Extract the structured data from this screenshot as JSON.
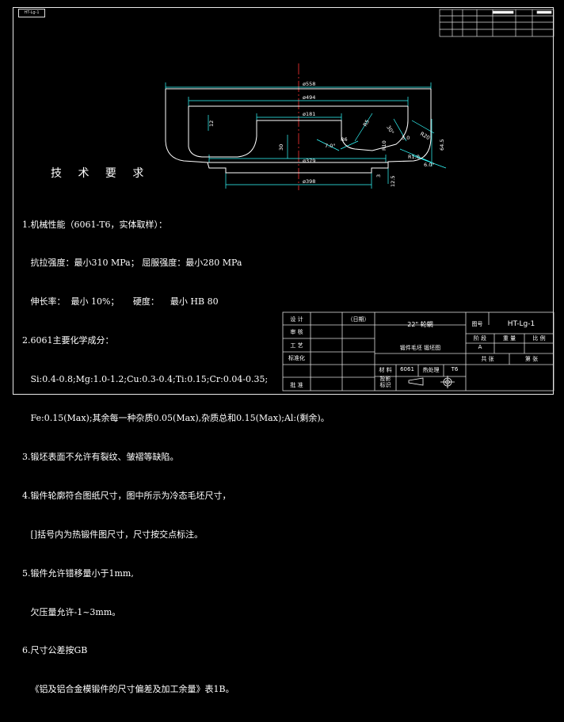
{
  "sheet_tag": "HT-Lg-1",
  "notes": {
    "heading": "技 术 要 求",
    "lines": [
      "1.机械性能（6061-T6，实体取样）：",
      "   抗拉强度：最小310 MPa； 屈服强度：最小280 MPa",
      "   伸长率：  最小 10%；     硬度：    最小 HB 80",
      "2.6061主要化学成分：",
      "   Si:0.4-0.8;Mg:1.0-1.2;Cu:0.3-0.4;Ti:0.15;Cr:0.04-0.35;",
      "   Fe:0.15(Max);其余每一种杂质0.05(Max),杂质总和0.15(Max);Al:(剩余)。",
      "3.锻坯表面不允许有裂纹、皱褶等缺陷。",
      "4.锻件轮廓符合图纸尺寸，图中所示为冷态毛坯尺寸，",
      "   []括号内为热锻件图尺寸，尺寸按交点标注。",
      "5.锻件允许错移量小于1mm,",
      "   欠压量允许-1~3mm。",
      "6.尺寸公差按GB",
      "   《铝及铝合金模锻件的尺寸偏差及加工余量》表1B。"
    ]
  },
  "dimensions": {
    "d558": "ø558",
    "d494": "ø494",
    "d181": "ø181",
    "d379": "ø379",
    "d398": "ø398",
    "h30": "30",
    "h12": "12",
    "h64": "64.5",
    "a7": "7.0°",
    "a30": "30°",
    "r10": "R10",
    "r6": "R6",
    "r5": "R5",
    "r3": "3.0",
    "r2": "R20",
    "r1": "R1.0",
    "h3": "3",
    "h125": "12.5",
    "a60": "6.0°"
  },
  "title_block": {
    "design": "设 计",
    "date_label": "（日期）",
    "part_name": "22\" 轮辋",
    "drawing_no_label": "图号",
    "drawing_no": "HT-Lg-1",
    "check": "审 核",
    "drawing_type": "锻件毛坯  锻坯图",
    "stage_label": "阶 段",
    "weight_label": "重 量",
    "scale_label": "比 例",
    "stage_value": "A",
    "process": "工 艺",
    "standard": "标准化",
    "material_label": "材 料",
    "material": "6061",
    "heat_label": "热处理",
    "heat": "T6",
    "sheet_label": "共    张",
    "page_label": "第    张",
    "approve": "批 准",
    "projection_label": "投影\n标识"
  }
}
